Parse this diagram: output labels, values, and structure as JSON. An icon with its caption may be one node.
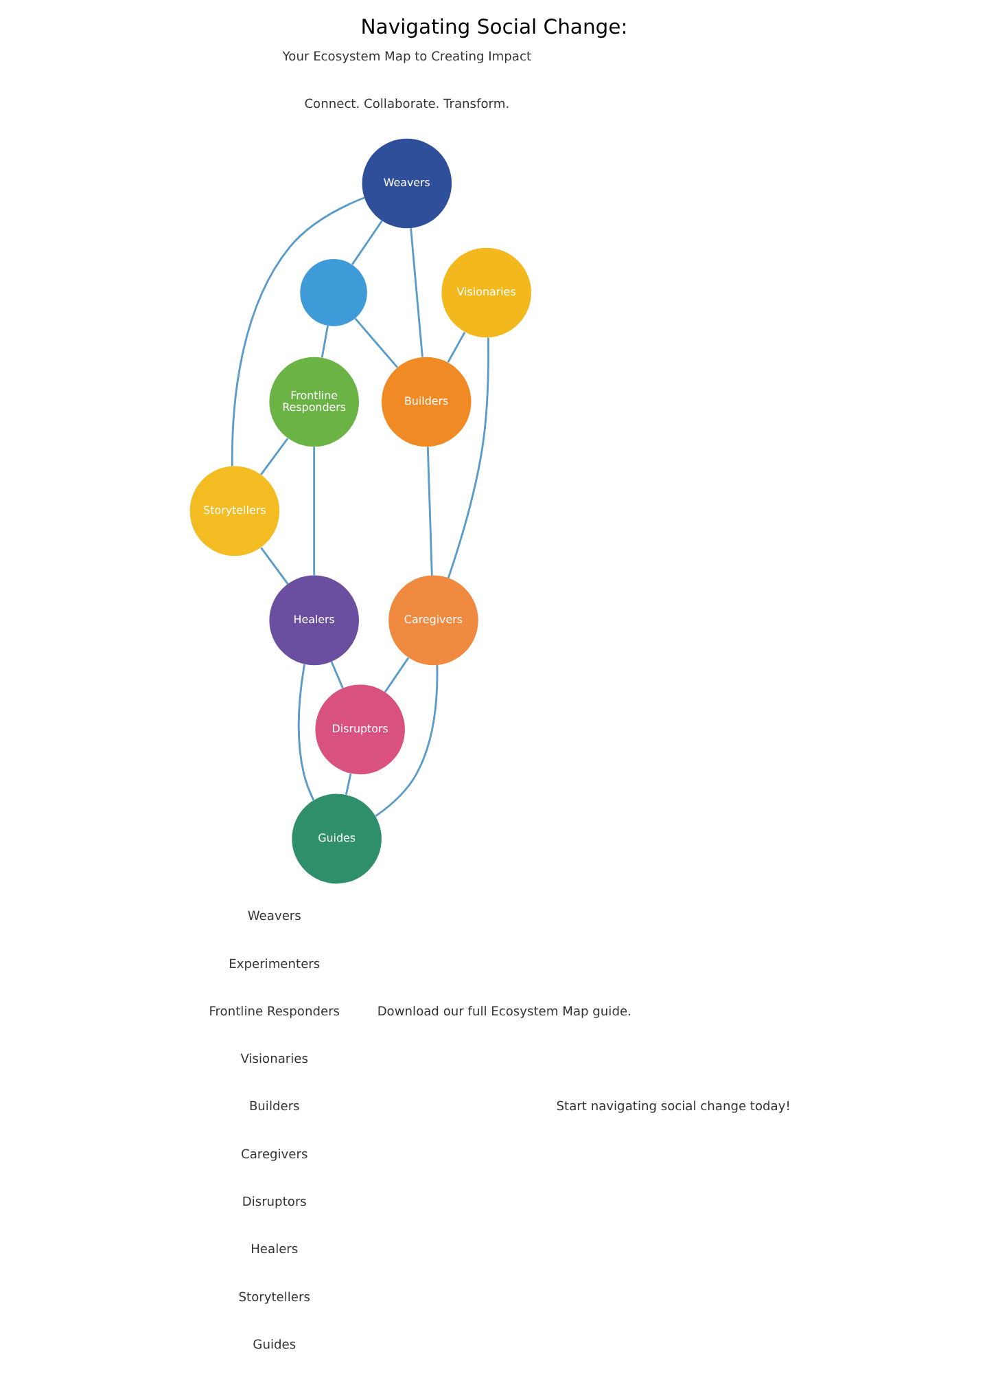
{
  "diagram": {
    "title": "Navigating Social Change:",
    "nodes": [
      {
        "text": [
          "Weavers"
        ]
      },
      {
        "text": [],
        "shape": "circle"
      },
      {
        "text": [
          "Visionaries"
        ]
      },
      {
        "text": [
          "Builders"
        ]
      },
      {
        "text": [
          "Caregivers"
        ]
      },
      {
        "text": [
          "Frontline Responders"
        ]
      },
      {
        "text": [
          "Disruptors"
        ]
      },
      {
        "text": [
          "Healers"
        ]
      },
      {
        "text": [
          "Storytellers"
        ]
      },
      {
        "text": [
          "Guides"
        ]
      }
    ],
    "edges": [
      {
        "from": 0,
        "to": 1,
        "arrow": "none"
      },
      {
        "from": 0,
        "to": 3,
        "arrow": "none"
      },
      {
        "from": 1,
        "to": 5,
        "arrow": "none"
      },
      {
        "from": 1,
        "to": 3,
        "arrow": "none"
      },
      {
        "from": 0,
        "to": 8,
        "arrow": "none"
      },
      {
        "from": 2,
        "to": 3,
        "arrow": "none"
      },
      {
        "from": 2,
        "to": 4,
        "arrow": "none"
      },
      {
        "from": 3,
        "to": 4,
        "arrow": "none"
      },
      {
        "from": 4,
        "to": 6,
        "arrow": "none"
      },
      {
        "from": 5,
        "to": 8,
        "arrow": "none"
      },
      {
        "from": 5,
        "to": 7,
        "arrow": "none"
      },
      {
        "from": 8,
        "to": 7,
        "arrow": "none"
      },
      {
        "from": 7,
        "to": 6,
        "arrow": "none"
      },
      {
        "from": 7,
        "to": 9,
        "arrow": "none"
      },
      {
        "from": 6,
        "to": 9,
        "arrow": "none"
      },
      {
        "from": 4,
        "to": 9,
        "arrow": "none"
      }
    ],
    "labels": [
      "Your Ecosystem Map to Creating Impact",
      "Connect. Collaborate. Transform.",
      "Weavers",
      "Experimenters",
      "Frontline Responders",
      "Visionaries",
      "Builders",
      "Caregivers",
      "Disruptors",
      "Healers",
      "Storytellers",
      "Guides",
      "Download our full Ecosystem Map guide.",
      "Start navigating social change today!"
    ]
  }
}
